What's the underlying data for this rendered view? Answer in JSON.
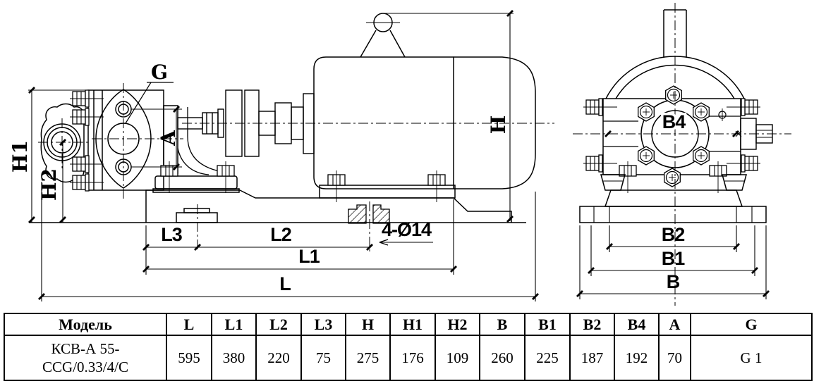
{
  "drawing": {
    "labels": {
      "g": "G",
      "a": "A",
      "h": "H",
      "h1": "H1",
      "h2": "H2",
      "l": "L",
      "l1": "L1",
      "l2": "L2",
      "l3": "L3",
      "b": "B",
      "b1": "B1",
      "b2": "B2",
      "b4": "B4",
      "holes": "4-Ø14"
    }
  },
  "table": {
    "headers": [
      "Модель",
      "L",
      "L1",
      "L2",
      "L3",
      "H",
      "H1",
      "H2",
      "B",
      "B1",
      "B2",
      "B4",
      "A",
      "G"
    ],
    "rows": [
      {
        "model_line1": "КСВ-А 55-",
        "model_line2": "CCG/0.33/4/C",
        "values": [
          "595",
          "380",
          "220",
          "75",
          "275",
          "176",
          "109",
          "260",
          "225",
          "187",
          "192",
          "70",
          "G 1"
        ]
      }
    ]
  },
  "colors": {
    "line": "#000000",
    "background": "#ffffff"
  }
}
